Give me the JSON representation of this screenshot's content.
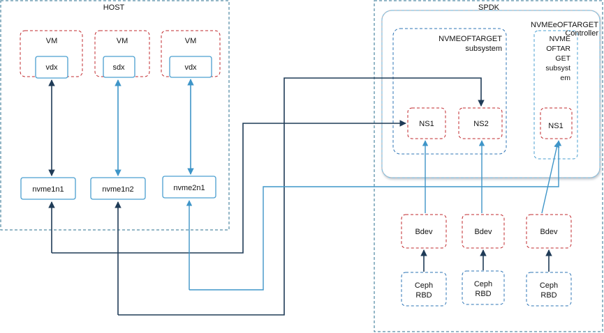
{
  "host": {
    "title": "HOST"
  },
  "spdk": {
    "title": "SPDK"
  },
  "controller": {
    "title_line1": "NVMEeOFTARGET",
    "title_line2": "Controller"
  },
  "subsystem1": {
    "title_line1": "NVMEOFTARGET",
    "title_line2": "subsystem"
  },
  "subsystem2": {
    "title_lines": [
      "NVME",
      "OFTAR",
      "GET",
      "subsyst",
      "em"
    ]
  },
  "vms": [
    {
      "label": "VM",
      "disk": "vdx"
    },
    {
      "label": "VM",
      "disk": "sdx"
    },
    {
      "label": "VM",
      "disk": "vdx"
    }
  ],
  "nvme_devices": [
    "nvme1n1",
    "nvme1n2",
    "nvme2n1"
  ],
  "namespaces": [
    "NS1",
    "NS2",
    "NS1"
  ],
  "bdevs": [
    "Bdev",
    "Bdev",
    "Bdev"
  ],
  "ceph": [
    {
      "line1": "Ceph",
      "line2": "RBD"
    },
    {
      "line1": "Ceph",
      "line2": "RBD"
    },
    {
      "line1": "Ceph",
      "line2": "RBD"
    }
  ],
  "colors": {
    "host_border": "#2a6f8f",
    "red_dashed": "#c0282d",
    "blue_dashed": "#2e75b6",
    "box_border": "#4a9fd0",
    "dark_arrow": "#1f3b57",
    "light_arrow": "#3e95c8",
    "controller_border": "#b0b7c0"
  }
}
